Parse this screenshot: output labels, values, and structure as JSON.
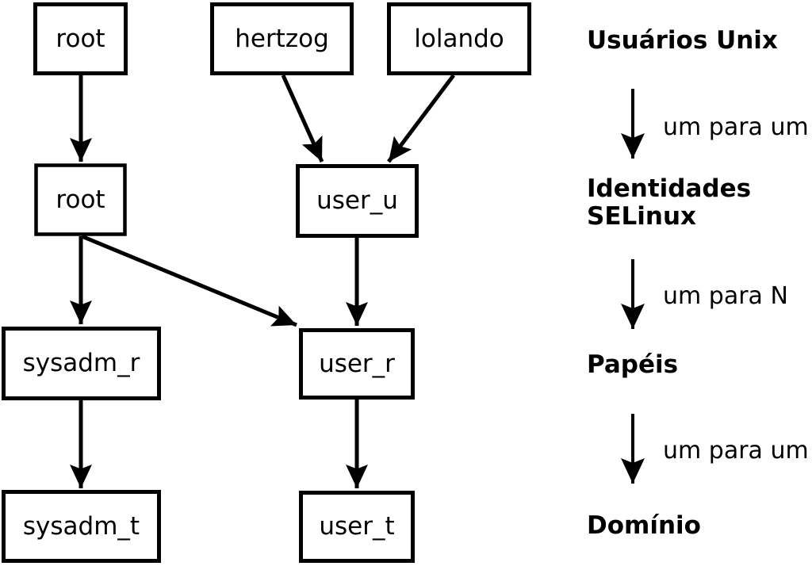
{
  "diagram": {
    "unix_users": [
      {
        "label": "root"
      },
      {
        "label": "hertzog"
      },
      {
        "label": "lolando"
      }
    ],
    "selinux_identities": [
      {
        "label": "root"
      },
      {
        "label": "user_u"
      }
    ],
    "roles": [
      {
        "label": "sysadm_r"
      },
      {
        "label": "user_r"
      }
    ],
    "domains": [
      {
        "label": "sysadm_t"
      },
      {
        "label": "user_t"
      }
    ]
  },
  "legend": {
    "unix_users_heading": "Usuários Unix",
    "mapping_1": "um para um",
    "selinux_identities_heading_line1": "Identidades",
    "selinux_identities_heading_line2": "SELinux",
    "mapping_2": "um para N",
    "roles_heading": "Papéis",
    "mapping_3": "um para um",
    "domains_heading": "Domínio"
  },
  "colors": {
    "stroke": "#000000",
    "text": "#000000",
    "background": "#ffffff"
  }
}
